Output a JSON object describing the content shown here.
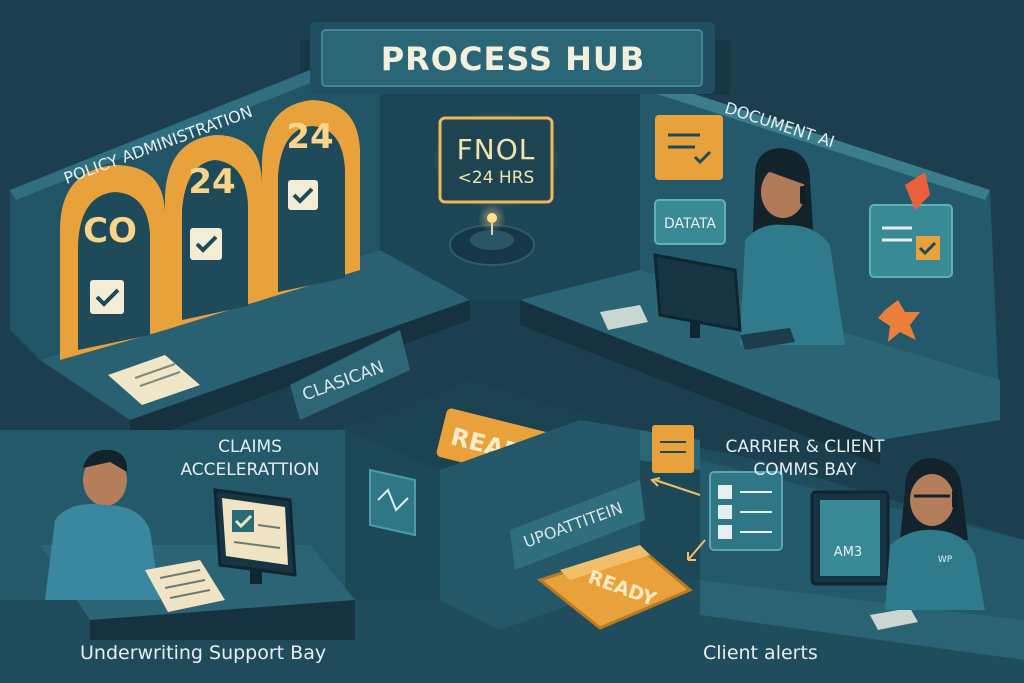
{
  "hub": {
    "title": "PROCESS HUB"
  },
  "zones": {
    "policy_admin": "POLICY ADMINISTRATION",
    "document_ai": "DOCUMENT AI",
    "claims_line1": "CLAIMS",
    "claims_line2": "ACCELERATTION",
    "carrier_line1": "CARRIER & CLIENT",
    "carrier_line2": "COMMS BAY"
  },
  "fnol": {
    "title": "FNOL",
    "subtitle": "<24 HRS"
  },
  "arches": [
    "CO",
    "24",
    "24"
  ],
  "signs": {
    "clasican": "CLASICAN",
    "datata": "DATATA",
    "ready": "READY",
    "ready_tray": "READY",
    "upoattitein": "UPOATTITEIN",
    "am3": "AM3",
    "shirt": "WP"
  },
  "captions": {
    "underwriting": "Underwriting Support Bay",
    "client_alerts": "Client alerts"
  },
  "colors": {
    "background": "#1b3f4f",
    "accent_orange": "#e9a23b",
    "panel_teal": "#2c6b78",
    "text_light": "#e6eef0"
  }
}
